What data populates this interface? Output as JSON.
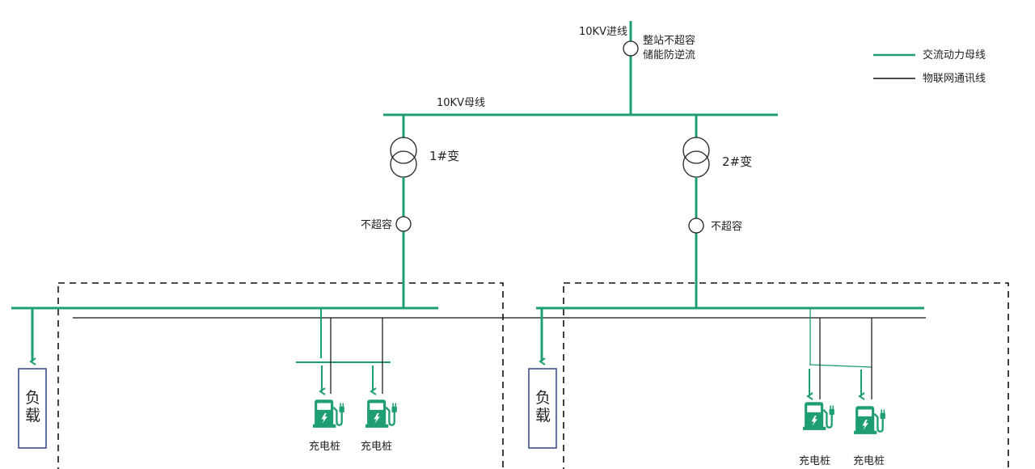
{
  "colors": {
    "power": "#1f9e74",
    "comm": "#111111",
    "load_border": "#3b4f8a",
    "dashed": "#111111"
  },
  "legend": {
    "items": [
      {
        "label": "交流动力母线",
        "type": "power"
      },
      {
        "label": "物联网通讯线",
        "type": "comm"
      }
    ]
  },
  "incoming": {
    "line_label": "10KV进线",
    "meter_label_line1": "整站不超容",
    "meter_label_line2": "储能防逆流"
  },
  "bus": {
    "label": "10KV母线"
  },
  "transformers": [
    {
      "label": "1#变",
      "meter_label": "不超容"
    },
    {
      "label": "2#变",
      "meter_label": "不超容"
    }
  ],
  "loads": [
    {
      "label_line1": "负",
      "label_line2": "载"
    },
    {
      "label_line1": "负",
      "label_line2": "载"
    }
  ],
  "chargers": [
    {
      "label": "充电桩"
    },
    {
      "label": "充电桩"
    },
    {
      "label": "充电桩"
    },
    {
      "label": "充电桩"
    }
  ]
}
